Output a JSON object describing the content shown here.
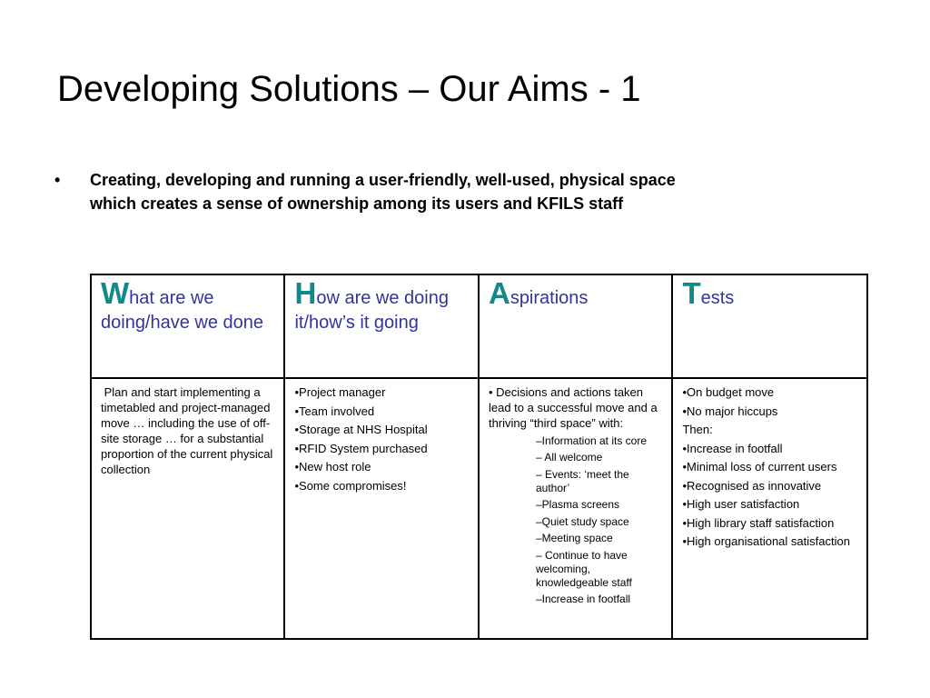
{
  "slide": {
    "title": "Developing Solutions – Our Aims - 1",
    "bullet": {
      "marker": "•",
      "text": "Creating, developing and running a user-friendly, well-used, physical space which creates a sense of ownership among its users and KFILS staff"
    }
  },
  "colors": {
    "header_text": "#33349a",
    "header_initial": "#0f8a8a"
  },
  "table": {
    "headers": [
      {
        "initial": "W",
        "rest": "hat are we doing/have we done"
      },
      {
        "initial": "H",
        "rest": "ow are we doing it/how’s it going"
      },
      {
        "initial": "A",
        "rest": "spirations"
      },
      {
        "initial": "T",
        "rest": "ests"
      }
    ],
    "what": " Plan and start implementing a timetabled and project-managed move … including the use of off-site storage … for a substantial proportion of the current physical collection",
    "how": [
      "•Project manager",
      "•Team involved",
      "•Storage at NHS Hospital",
      "•RFID System purchased",
      "•New host role",
      "•Some compromises!"
    ],
    "aspirations": {
      "intro": "• Decisions and actions taken lead to a successful move and a thriving “third space” with:",
      "items": [
        "–Information at its core",
        "– All welcome",
        "– Events: ‘meet the author’",
        "–Plasma screens",
        "–Quiet study space",
        "–Meeting space",
        "– Continue to have welcoming, knowledgeable staff",
        "–Increase in footfall"
      ]
    },
    "tests": [
      "•On budget move",
      "•No major hiccups",
      "Then:",
      "•Increase in footfall",
      "•Minimal loss of current users",
      "•Recognised as innovative",
      "•High user satisfaction",
      "•High library staff satisfaction",
      "•High organisational satisfaction"
    ]
  }
}
